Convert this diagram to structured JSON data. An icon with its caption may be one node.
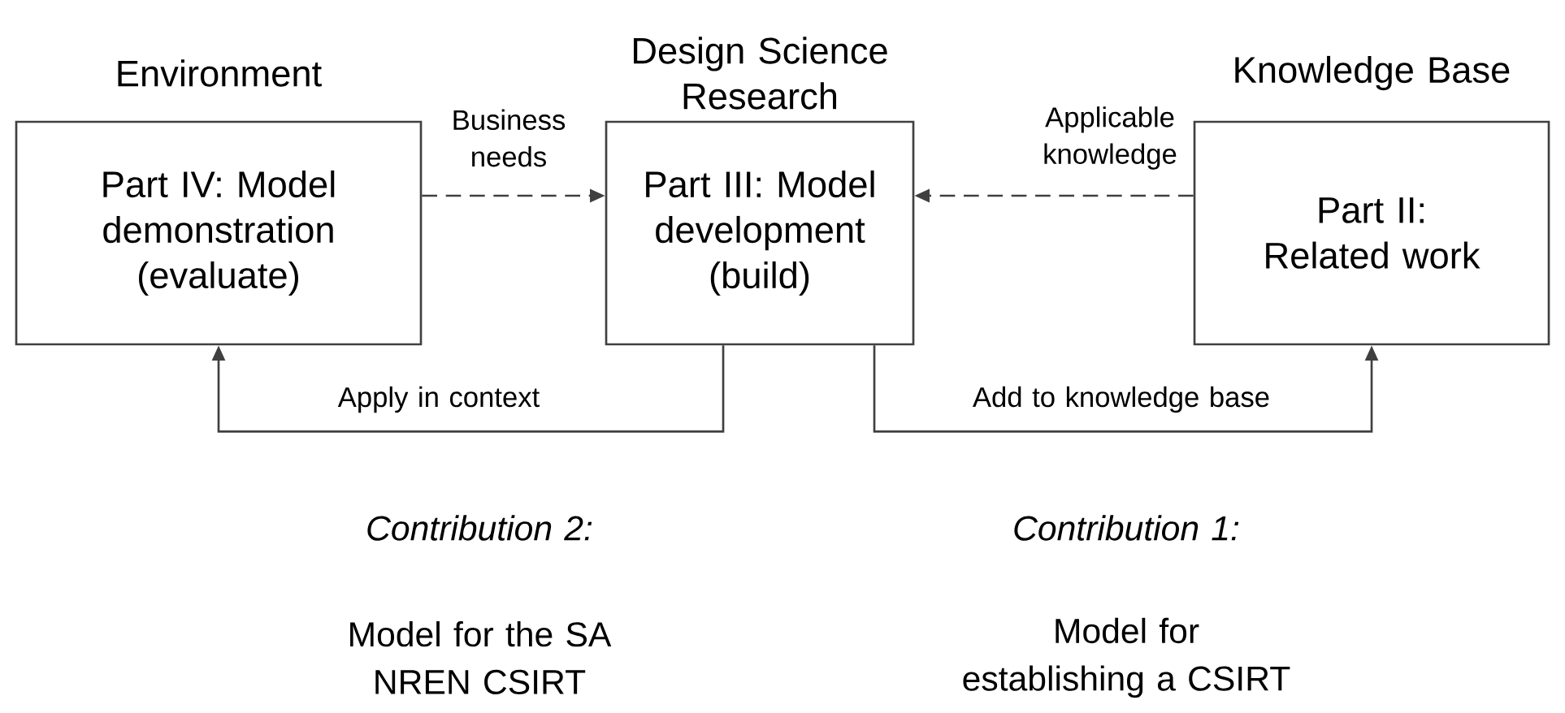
{
  "diagram": {
    "nodes": [
      {
        "text": [
          "Environment",
          "Part IV: Model demonstration (evaluate)"
        ]
      },
      {
        "text": [
          "Design Science Research",
          "Part III: Model development (build)"
        ]
      },
      {
        "text": [
          "Knowledge Base",
          "Part II: Related work"
        ]
      }
    ],
    "edges": [
      {
        "from": 0,
        "to": 1,
        "arrow": "to",
        "style": "dashed",
        "label": "Business needs"
      },
      {
        "from": 2,
        "to": 1,
        "arrow": "to",
        "style": "dashed",
        "label": "Applicable knowledge"
      },
      {
        "from": 1,
        "to": 0,
        "arrow": "to",
        "label": "Apply in context"
      },
      {
        "from": 1,
        "to": 2,
        "arrow": "to",
        "label": "Add to knowledge base"
      }
    ],
    "labels": [
      "Contribution 2:",
      "Contribution 1:",
      "Model for the SA NREN CSIRT",
      "Model for establishing a CSIRT"
    ]
  }
}
